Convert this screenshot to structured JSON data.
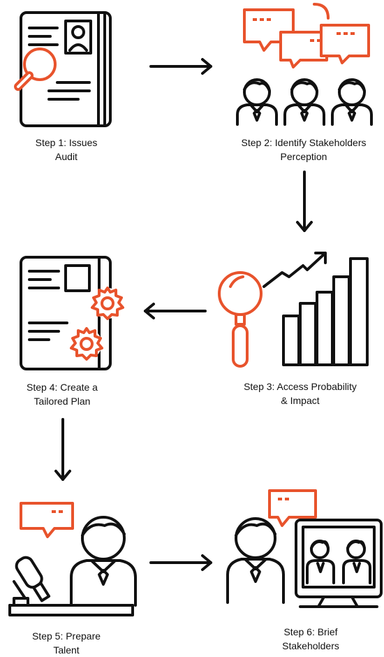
{
  "steps": [
    {
      "line1": "Step 1: Issues",
      "line2": "Audit"
    },
    {
      "line1": "Step 2: Identify Stakeholders",
      "line2": "Perception"
    },
    {
      "line1": "Step 3: Access Probability",
      "line2": "& Impact"
    },
    {
      "line1": "Step 4: Create a",
      "line2": "Tailored Plan"
    },
    {
      "line1": "Step 5: Prepare",
      "line2": "Talent"
    },
    {
      "line1": "Step 6: Brief",
      "line2": "Stakeholders"
    }
  ],
  "colors": {
    "accent": "#e8532c",
    "ink": "#111111",
    "background": "#ffffff"
  },
  "icons": [
    "document-search-icon",
    "stakeholders-chat-icon",
    "analysis-chart-icon",
    "document-gears-icon",
    "talent-microphone-icon",
    "video-conference-icon"
  ]
}
